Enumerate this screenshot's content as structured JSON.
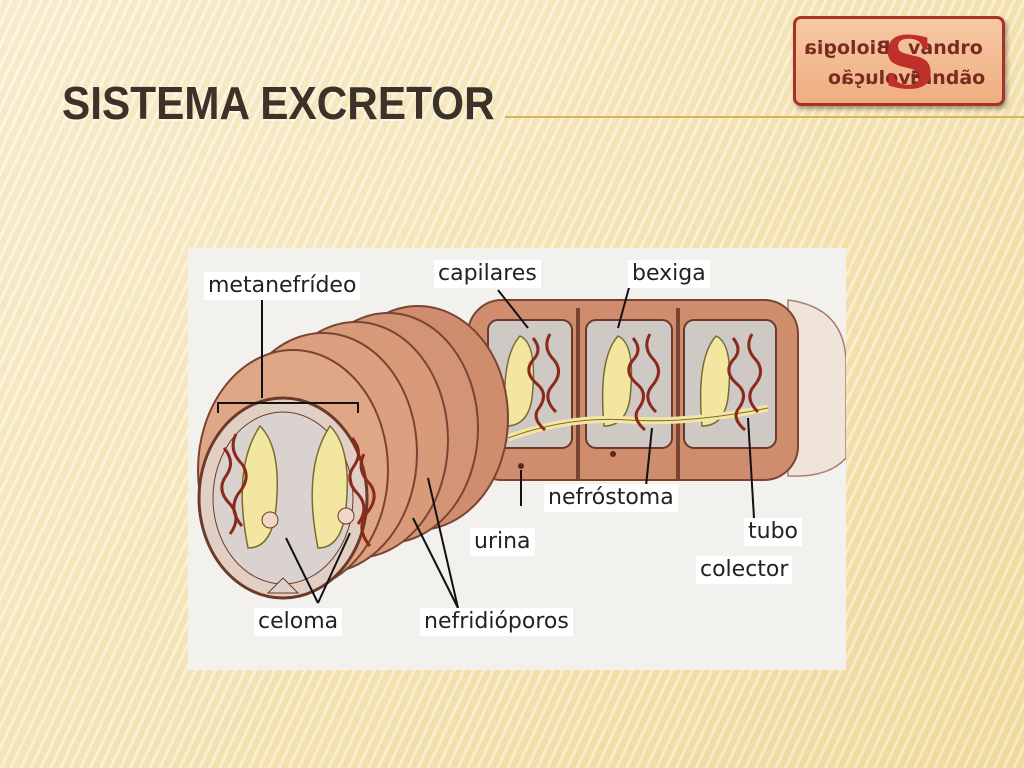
{
  "slide": {
    "title": "SISTEMA EXCRETOR"
  },
  "logo": {
    "line1_mirrored": "Biologia",
    "line1": "vandro",
    "line2_mirrored": "Evolução",
    "line2": "randão",
    "initial": "S"
  },
  "diagram": {
    "labels": {
      "metanefrideo": "metanefrídeo",
      "capilares": "capilares",
      "bexiga": "bexiga",
      "nefrostoma": "nefróstoma",
      "urina": "urina",
      "tubo": "tubo",
      "colector": "colector",
      "celoma": "celoma",
      "nefridioporos": "nefridióporos"
    }
  },
  "colors": {
    "title": "#3c3227",
    "accent_rule": "#d9b45a",
    "logo_border": "#a7322a",
    "worm_body": "#d99a7a",
    "nephridium": "#f3e6a0",
    "capillary": "#8b2a1c"
  }
}
